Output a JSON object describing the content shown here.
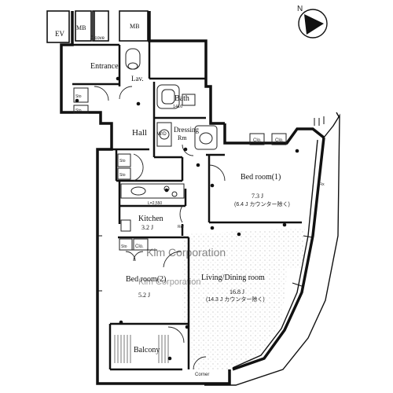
{
  "rooms": {
    "ev": "EV",
    "mb_left": "MB",
    "mb_right": "MB",
    "alcove": "Alcove",
    "entrance": "Entrance",
    "lav": "Lav.",
    "bath": "Bath",
    "bath_size": "1416",
    "hall": "Hall",
    "dressing": "Dressing",
    "dressing_rm": "Rm",
    "wd": "W/D",
    "bedroom1": "Bed room(1)",
    "bedroom1_area": "7.3 J",
    "bedroom1_note": "(6.4 J カウンター除く)",
    "kitchen": "Kitchen",
    "kitchen_area": "3.2 J",
    "bedroom2": "Bed room(2)",
    "bedroom2_area": "5.2 J",
    "living": "Living/Dining room",
    "living_area": "16.8 J",
    "living_note": "(14.3 J カウンター除く)",
    "balcony": "Balcony",
    "corner": "Corner",
    "clo1": "Clo.",
    "clo2": "Clo.",
    "clo3": "Clo.",
    "sto1": "Sto",
    "sto2": "Sto",
    "sto3": "Sto",
    "sto4": "Sto",
    "sto5": "Sto",
    "fix": "Fix",
    "ref": "Ref",
    "counter_dim": "L=2,550"
  },
  "north_marker": "N",
  "watermark": "Kim Corporation"
}
